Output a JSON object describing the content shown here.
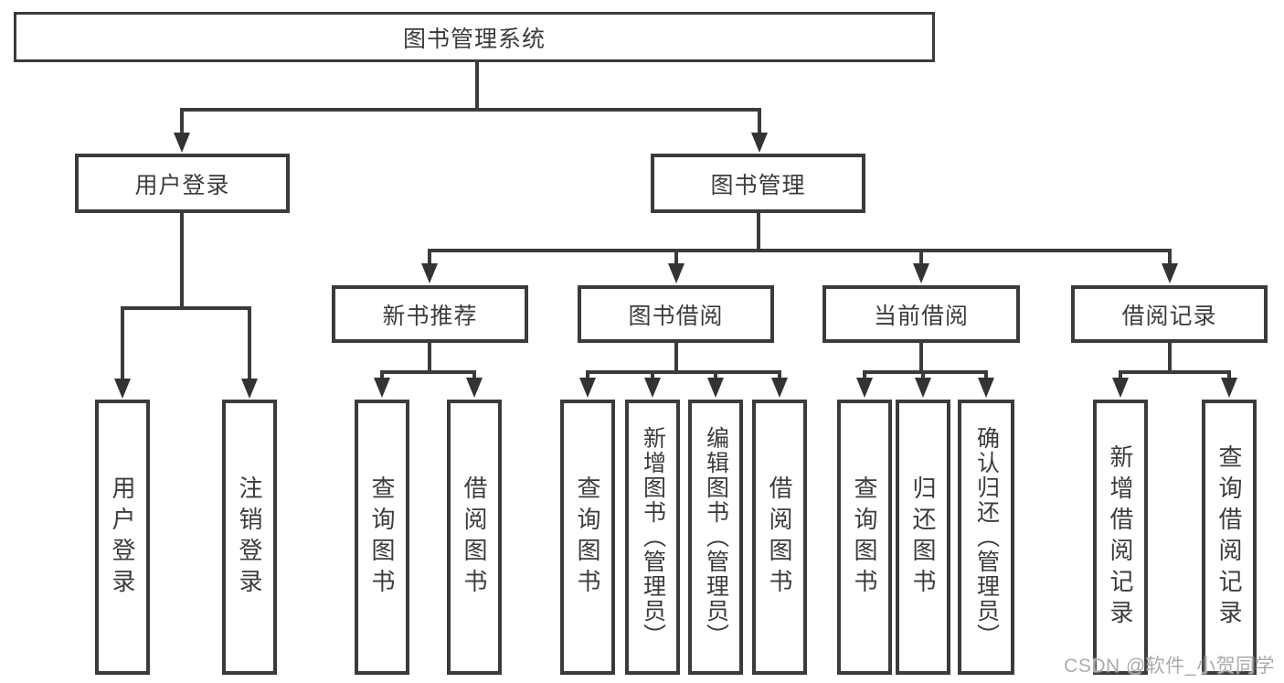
{
  "diagram": {
    "type": "tree",
    "title": "图书管理系统",
    "root": {
      "label": "图书管理系统",
      "children": [
        {
          "label": "用户登录",
          "children": [
            {
              "label": "用户登录"
            },
            {
              "label": "注销登录"
            }
          ]
        },
        {
          "label": "图书管理",
          "children": [
            {
              "label": "新书推荐",
              "children": [
                {
                  "label": "查询图书"
                },
                {
                  "label": "借阅图书"
                }
              ]
            },
            {
              "label": "图书借阅",
              "children": [
                {
                  "label": "查询图书"
                },
                {
                  "label": "新增图书（管理员）"
                },
                {
                  "label": "编辑图书（管理员）"
                },
                {
                  "label": "借阅图书"
                }
              ]
            },
            {
              "label": "当前借阅",
              "children": [
                {
                  "label": "查询图书"
                },
                {
                  "label": "归还图书"
                },
                {
                  "label": "确认归还（管理员）"
                }
              ]
            },
            {
              "label": "借阅记录",
              "children": [
                {
                  "label": "新增借阅记录"
                },
                {
                  "label": "查询借阅记录"
                }
              ]
            }
          ]
        }
      ]
    },
    "colors": {
      "line": "#3b3b3b",
      "arrow": "#333333",
      "box_border": "#3b3b3b",
      "text": "#3c3c3c",
      "background": "#ffffff",
      "watermark": "#a9abae"
    }
  },
  "watermark": "CSDN @软件_小贺同学"
}
